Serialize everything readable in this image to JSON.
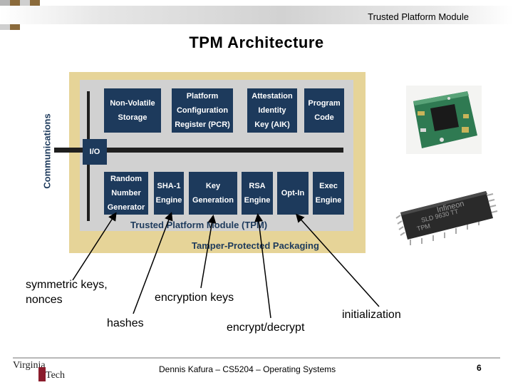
{
  "header": {
    "title": "Trusted Platform Module"
  },
  "slide": {
    "title": "TPM Architecture"
  },
  "diagram": {
    "side_label": "Communications",
    "io": "I/O",
    "top_blocks": [
      {
        "lines": [
          "Non-Volatile",
          "Storage"
        ]
      },
      {
        "lines": [
          "Platform",
          "Configuration",
          "Register (PCR)"
        ]
      },
      {
        "lines": [
          "Attestation",
          "Identity",
          "Key (AIK)"
        ]
      },
      {
        "lines": [
          "Program",
          "Code"
        ]
      }
    ],
    "bottom_blocks": [
      {
        "lines": [
          "Random",
          "Number",
          "Generator"
        ]
      },
      {
        "lines": [
          "SHA-1",
          "Engine"
        ]
      },
      {
        "lines": [
          "Key",
          "Generation"
        ]
      },
      {
        "lines": [
          "RSA",
          "Engine"
        ]
      },
      {
        "lines": [
          "Opt-In"
        ]
      },
      {
        "lines": [
          "Exec",
          "Engine"
        ]
      }
    ],
    "tpm_label": "Trusted Platform Module (TPM)",
    "packaging_label": "Tamper-Protected Packaging"
  },
  "annotations": {
    "symmetric": [
      "symmetric keys,",
      "nonces"
    ],
    "hashes": "hashes",
    "encryption_keys": "encryption keys",
    "encrypt_decrypt": "encrypt/decrypt",
    "initialization": "initialization"
  },
  "photo_chip": {
    "text": [
      "Infineon",
      "SLD 9630 TT",
      "TPM"
    ]
  },
  "footer": {
    "text": "Dennis Kafura – CS5204 – Operating Systems",
    "page": "6",
    "logo_top": "Virginia",
    "logo_bottom": "Tech"
  },
  "colors": {
    "block": "#1d3a5c",
    "tan": "#e6d498",
    "inner": "#d1d1d1",
    "logo": "#8b1c2c"
  }
}
